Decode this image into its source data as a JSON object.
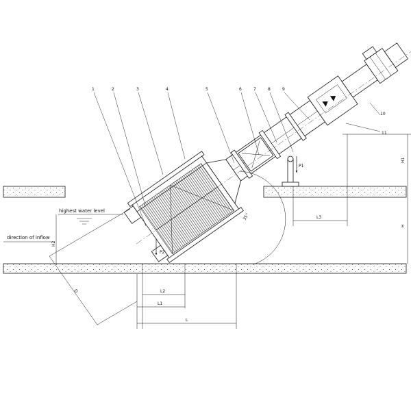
{
  "callouts": {
    "c1": "1",
    "c2": "2",
    "c3": "3",
    "c4": "4",
    "c5": "5",
    "c6": "6",
    "c7": "7",
    "c8": "8",
    "c9": "9",
    "c10": "10",
    "c11": "11"
  },
  "labels": {
    "highest_water_level": "highest water level",
    "direction_of_inflow": "direction of inflow"
  },
  "dimensions": {
    "h1": "H1",
    "h": "H",
    "h2": "H2",
    "l3": "L3",
    "l2": "L2",
    "l1": "L1",
    "l": "L",
    "d": "D",
    "p1": "P1",
    "p2": "P2",
    "angle": "35°"
  }
}
